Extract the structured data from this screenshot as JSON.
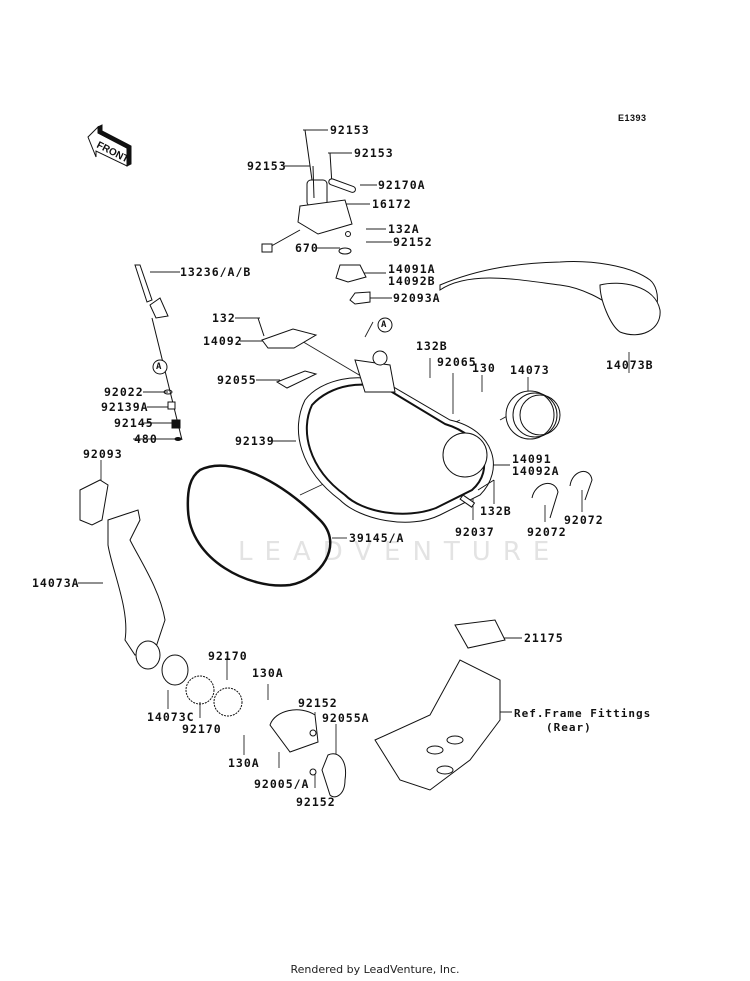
{
  "diagram": {
    "code": "E1393",
    "front_label": "FRONT",
    "watermark": "LEADVENTURE",
    "footer": "Rendered by LeadVenture, Inc.",
    "callout_marker": "A",
    "reference_note": {
      "line1": "Ref.Frame Fittings",
      "line2": "(Rear)"
    },
    "parts": [
      {
        "id": "p1",
        "label": "92153"
      },
      {
        "id": "p2",
        "label": "92153"
      },
      {
        "id": "p3",
        "label": "92153"
      },
      {
        "id": "p4",
        "label": "92170A"
      },
      {
        "id": "p5",
        "label": "16172"
      },
      {
        "id": "p6",
        "label": "132A"
      },
      {
        "id": "p7",
        "label": "670"
      },
      {
        "id": "p8",
        "label": "92152"
      },
      {
        "id": "p9",
        "label": "14091A"
      },
      {
        "id": "p10",
        "label": "14092B"
      },
      {
        "id": "p11",
        "label": "92093A"
      },
      {
        "id": "p12",
        "label": "13236/A/B"
      },
      {
        "id": "p13",
        "label": "132"
      },
      {
        "id": "p14",
        "label": "14092"
      },
      {
        "id": "p15",
        "label": "92055"
      },
      {
        "id": "p16",
        "label": "92022"
      },
      {
        "id": "p17",
        "label": "92139A"
      },
      {
        "id": "p18",
        "label": "92145"
      },
      {
        "id": "p19",
        "label": "480"
      },
      {
        "id": "p20",
        "label": "92139"
      },
      {
        "id": "p21",
        "label": "132B"
      },
      {
        "id": "p22",
        "label": "92065"
      },
      {
        "id": "p23",
        "label": "130"
      },
      {
        "id": "p24",
        "label": "14073"
      },
      {
        "id": "p25",
        "label": "14073B"
      },
      {
        "id": "p26",
        "label": "14091"
      },
      {
        "id": "p27",
        "label": "14092A"
      },
      {
        "id": "p28",
        "label": "132B"
      },
      {
        "id": "p29",
        "label": "92037"
      },
      {
        "id": "p30",
        "label": "92072"
      },
      {
        "id": "p31",
        "label": "92072"
      },
      {
        "id": "p32",
        "label": "39145/A"
      },
      {
        "id": "p33",
        "label": "92093"
      },
      {
        "id": "p34",
        "label": "14073A"
      },
      {
        "id": "p35",
        "label": "14073C"
      },
      {
        "id": "p36",
        "label": "92170"
      },
      {
        "id": "p37",
        "label": "92170"
      },
      {
        "id": "p38",
        "label": "130A"
      },
      {
        "id": "p39",
        "label": "92152"
      },
      {
        "id": "p40",
        "label": "92055A"
      },
      {
        "id": "p41",
        "label": "130A"
      },
      {
        "id": "p42",
        "label": "92005/A"
      },
      {
        "id": "p43",
        "label": "92152"
      },
      {
        "id": "p44",
        "label": "21175"
      }
    ]
  }
}
